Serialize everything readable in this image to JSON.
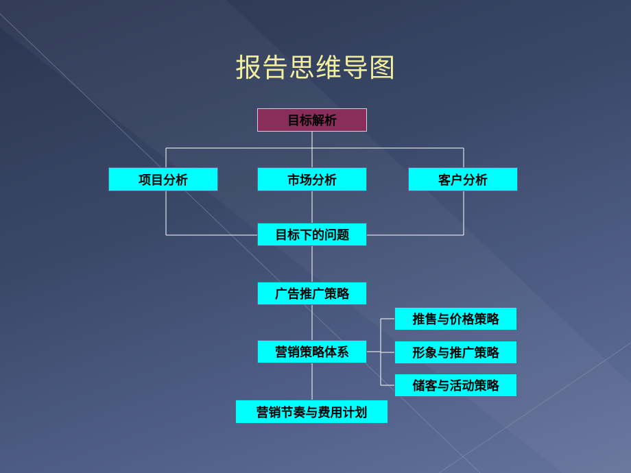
{
  "title": "报告思维导图",
  "nodes": {
    "goal_analysis": "目标解析",
    "project_analysis": "项目分析",
    "market_analysis": "市场分析",
    "customer_analysis": "客户分析",
    "goal_problems": "目标下的问题",
    "ad_promotion_strategy": "广告推广策略",
    "marketing_strategy_system": "营销策略体系",
    "sales_price_strategy": "推售与价格策略",
    "image_promotion_strategy": "形象与推广策略",
    "customer_event_strategy": "储客与活动策略",
    "marketing_rhythm_budget": "营销节奏与费用计划"
  },
  "colors": {
    "node_fill": "#00ffff",
    "root_fill": "#8b2d5a",
    "title_text": "#f3efa0",
    "connector": "#ffffff"
  }
}
